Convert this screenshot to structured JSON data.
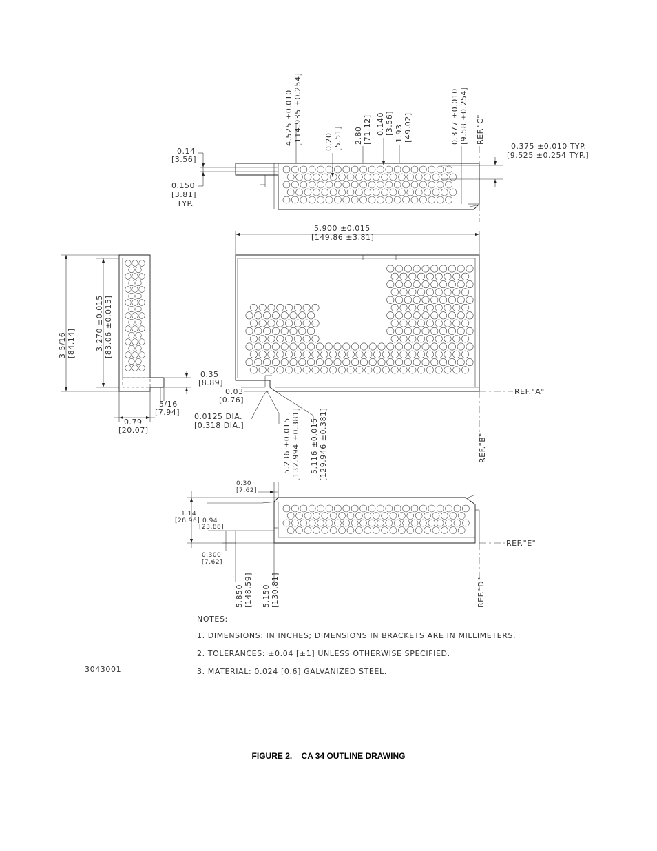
{
  "figure_caption": "FIGURE 2.    CA 34 OUTLINE DRAWING",
  "drawing_number": "3043001",
  "top_view": {
    "vertical_dims": [
      {
        "in": "4.525 ±0.010",
        "mm": "[114.935 ±0.254]"
      },
      {
        "in": "0.20",
        "mm": "[5.51]"
      },
      {
        "in": "2.80",
        "mm": "[71.12]"
      },
      {
        "in": "0.140",
        "mm": "[3.56]"
      },
      {
        "in": "1.93",
        "mm": "[49.02]"
      },
      {
        "in": "0.377 ±0.010",
        "mm": "[9.58 ±0.254]"
      },
      {
        "in": "REF.\"C\"",
        "mm": ""
      }
    ],
    "hole_dim": {
      "in": "0.375 ±0.010 TYP.",
      "mm": "[9.525 ±0.254 TYP.]"
    },
    "left_dims": [
      {
        "in": "0.14",
        "mm": "[3.56]",
        "extra": ""
      },
      {
        "in": "0.150",
        "mm": "[3.81]",
        "extra": "TYP."
      }
    ]
  },
  "front_view": {
    "width_dim": {
      "in": "5.900 ±0.015",
      "mm": "[149.86 ±3.81]"
    },
    "ref_a": "REF.\"A\"",
    "ref_b": "REF.\"B\"",
    "dims": [
      {
        "in": "0.35",
        "mm": "[8.89]"
      },
      {
        "in": "0.03",
        "mm": "[0.76]"
      },
      {
        "in": "0.0125 DIA.",
        "mm": "[0.318 DIA.]"
      },
      {
        "in": "5.236 ±0.015",
        "mm": "[132.994 ±0.381]"
      },
      {
        "in": "5.116 ±0.015",
        "mm": "[129.946 ±0.381]"
      }
    ]
  },
  "side_view": {
    "dims": [
      {
        "in": "3 5/16",
        "mm": "[84.14]"
      },
      {
        "in": "3.270 ±0.015",
        "mm": "[83.06 ±0.015]"
      },
      {
        "in": "5/16",
        "mm": "[7.94]"
      },
      {
        "in": "0.79",
        "mm": "[20.07]"
      }
    ]
  },
  "bottom_view": {
    "dims": [
      {
        "in": "0.30",
        "mm": "[7.62]"
      },
      {
        "in": "1.14",
        "mm": "[28.96]"
      },
      {
        "in": "0.94",
        "mm": "[23.88]"
      },
      {
        "in": "0.300",
        "mm": "[7.62]"
      },
      {
        "in": "5.850",
        "mm": "[148.59]"
      },
      {
        "in": "5.150",
        "mm": "[130.81]"
      }
    ],
    "ref_e": "REF.\"E\"",
    "ref_d": "REF.\"D\""
  },
  "notes": {
    "heading": "NOTES:",
    "items": [
      "1.   DIMENSIONS: IN INCHES; DIMENSIONS IN BRACKETS ARE IN MILLIMETERS.",
      "2.  TOLERANCES: ±0.04 [±1] UNLESS OTHERWISE SPECIFIED.",
      "3.  MATERIAL: 0.024 [0.6] GALVANIZED STEEL."
    ]
  }
}
